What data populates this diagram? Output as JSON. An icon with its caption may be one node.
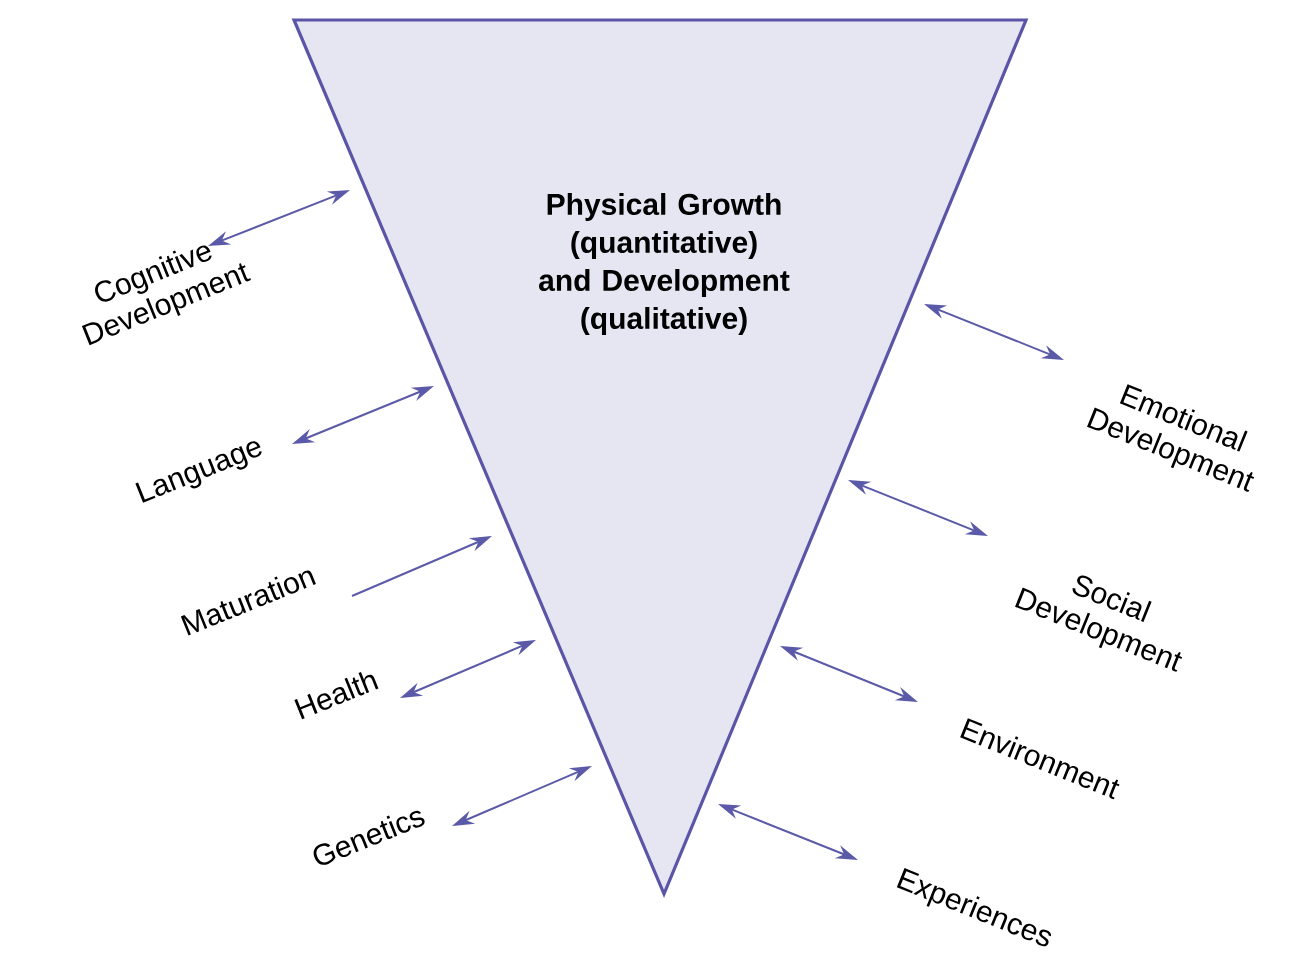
{
  "diagram": {
    "nodes": [
      {
        "text": [
          "Physical Growth (quantitative) and Development (qualitative)"
        ]
      },
      {
        "text": [
          "Cognitive Development"
        ]
      },
      {
        "text": [
          "Language"
        ]
      },
      {
        "text": [
          "Maturation"
        ]
      },
      {
        "text": [
          "Health"
        ]
      },
      {
        "text": [
          "Genetics"
        ]
      },
      {
        "text": [
          "Emotional Development"
        ]
      },
      {
        "text": [
          "Social Development"
        ]
      },
      {
        "text": [
          "Environment"
        ]
      },
      {
        "text": [
          "Experiences"
        ]
      }
    ],
    "edges": [
      {
        "from": 1,
        "to": 0,
        "arrow": "both"
      },
      {
        "from": 2,
        "to": 0,
        "arrow": "both"
      },
      {
        "from": 3,
        "to": 0,
        "arrow": "to"
      },
      {
        "from": 4,
        "to": 0,
        "arrow": "both"
      },
      {
        "from": 5,
        "to": 0,
        "arrow": "both"
      },
      {
        "from": 6,
        "to": 0,
        "arrow": "both"
      },
      {
        "from": 7,
        "to": 0,
        "arrow": "both"
      },
      {
        "from": 8,
        "to": 0,
        "arrow": "both"
      },
      {
        "from": 9,
        "to": 0,
        "arrow": "both"
      }
    ]
  }
}
